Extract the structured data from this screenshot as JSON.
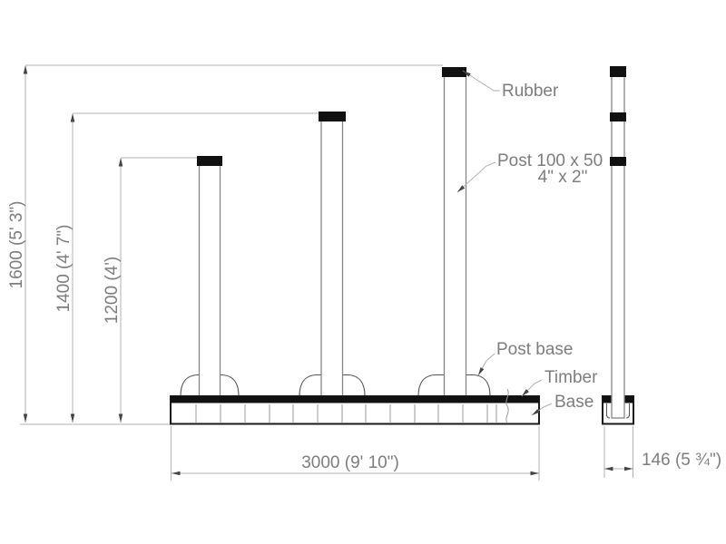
{
  "dimensions": {
    "post_tall": "1600 (5' 3\")",
    "post_mid": "1400 (4' 7\")",
    "post_short": "1200 (4')",
    "base_length": "3000 (9' 10\")",
    "base_depth": "146 (5 ¾\")"
  },
  "labels": {
    "rubber": "Rubber",
    "post_spec_metric": "Post 100 x 50",
    "post_spec_imperial": "4\" x 2\"",
    "post_base": "Post base",
    "timber": "Timber",
    "base": "Base"
  },
  "colors": {
    "background": "#ffffff",
    "outline_dark": "#1a1a1a",
    "post_outline": "#858585",
    "cap_fill": "#111111",
    "dimension_line": "#b0b0b0",
    "arrow": "#444444",
    "label_text": "#7d7d7d"
  }
}
